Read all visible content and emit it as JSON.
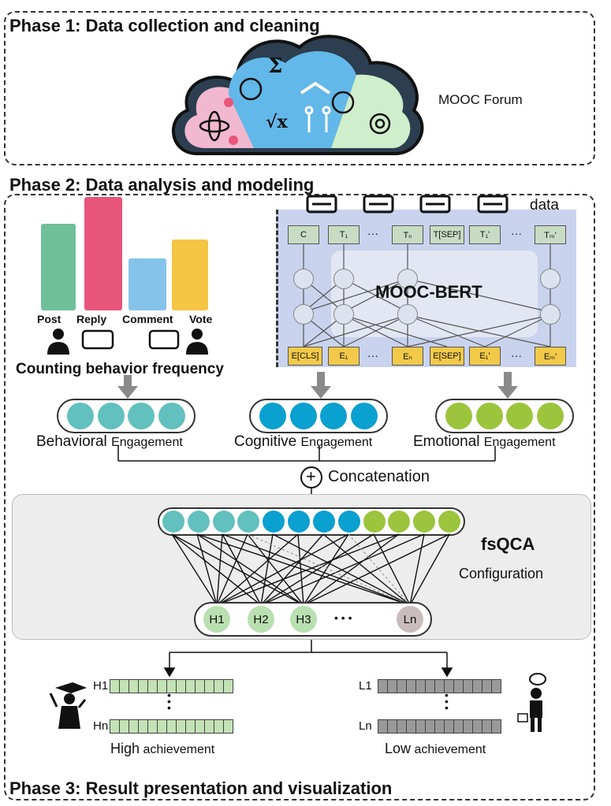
{
  "phase1": {
    "title": "Phase 1: Data collection and cleaning",
    "source_label": "MOOC Forum"
  },
  "phase2": {
    "title": "Phase 2: Data analysis and modeling",
    "behaviors": [
      {
        "label": "Post",
        "color": "#6fbf9b"
      },
      {
        "label": "Reply",
        "color": "#e8557a"
      },
      {
        "label": "Comment",
        "color": "#86c3ea"
      },
      {
        "label": "Vote",
        "color": "#f5c544"
      }
    ],
    "counting_label": "Counting behavior frequency",
    "data_label": "data",
    "model_label": "MOOC-BERT",
    "top_tokens": [
      "C",
      "T₁",
      "Tₙ",
      "T[SEP]",
      "T₁'",
      "Tₘ'"
    ],
    "bottom_tokens": [
      "E[CLS]",
      "E₁",
      "Eₙ",
      "E[SEP]",
      "E₁'",
      "Eₘ'"
    ],
    "ellipsis": "···",
    "engagements": [
      {
        "main": "Behavioral",
        "sub": "Engagement",
        "color": "#62c0bf"
      },
      {
        "main": "Cognitive",
        "sub": "Engagement",
        "color": "#0aa0cf"
      },
      {
        "main": "Emotional",
        "sub": "Engagement",
        "color": "#9cc43c"
      }
    ],
    "concat_symbol": "+",
    "concat_label": "Concatenation",
    "fsqca_label": "fsQCA",
    "configuration_label": "Configuration",
    "hypotheses": [
      "H1",
      "H2",
      "H3",
      "Ln"
    ],
    "hyp_dots": "• • •",
    "high": {
      "top": "H1",
      "bottom": "Hn",
      "main": "High",
      "sub": "achievement",
      "color": "#c3e2b5"
    },
    "low": {
      "top": "L1",
      "bottom": "Ln",
      "main": "Low",
      "sub": "achievement",
      "color": "#999999"
    }
  },
  "phase3": {
    "title": "Phase 3: Result presentation and visualization"
  }
}
